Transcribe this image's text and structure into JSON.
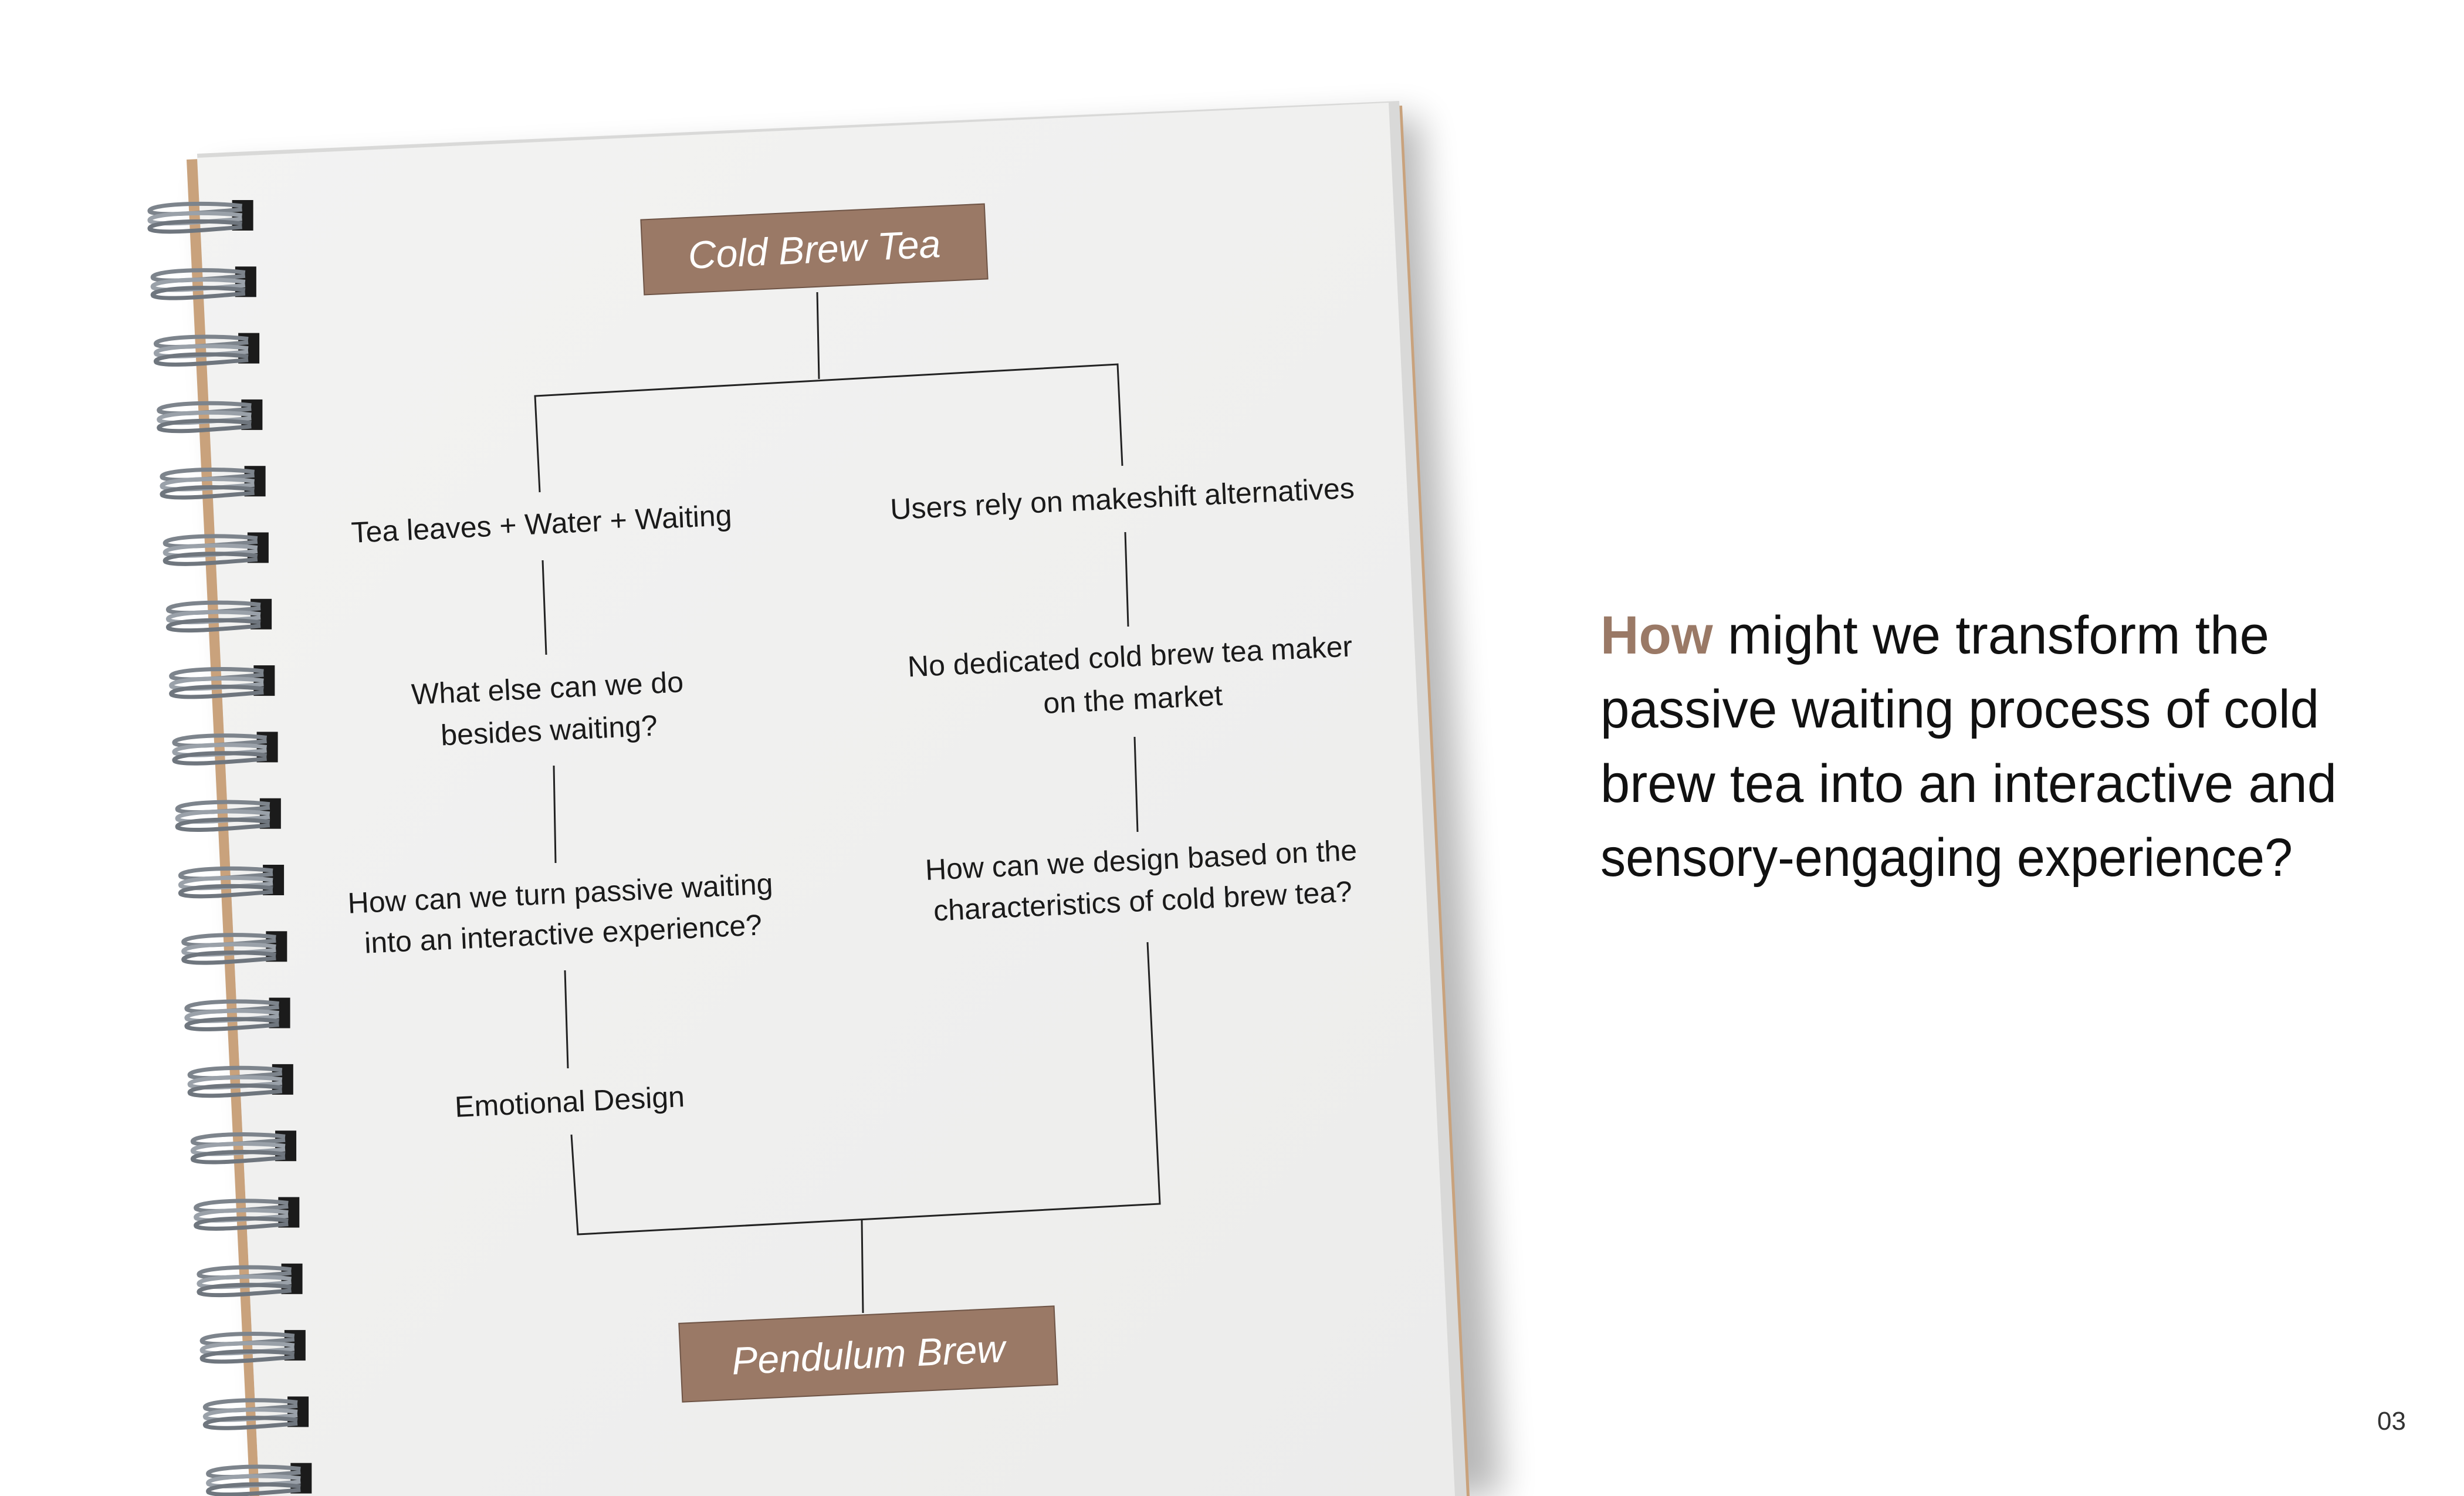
{
  "diagram": {
    "top_box": "Cold Brew Tea",
    "bottom_box": "Pendulum Brew",
    "left_branch": {
      "n1": "Tea leaves + Water + Waiting",
      "n2_l1": "What else can we do",
      "n2_l2": "besides waiting?",
      "n3_l1": "How can we turn passive waiting",
      "n3_l2": "into an interactive experience?",
      "n4": "Emotional Design"
    },
    "right_branch": {
      "n1": "Users rely on makeshift alternatives",
      "n2_l1": "No dedicated cold brew tea maker",
      "n2_l2": "on the market",
      "n3_l1": "How can we design based on the",
      "n3_l2": "characteristics of cold brew tea?"
    }
  },
  "question": {
    "highlight": "How",
    "line1_rest": " might we transform the",
    "line2": "passive waiting process of cold",
    "line3": "brew tea into an interactive and",
    "line4": "sensory-engaging experience?"
  },
  "page_number": "03",
  "colors": {
    "accent": "#9a7966",
    "box": "#9a7966",
    "page": "#efefee"
  }
}
